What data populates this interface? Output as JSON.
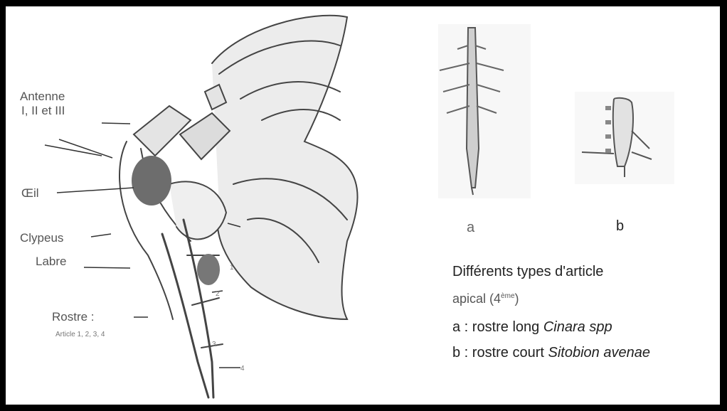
{
  "left_labels": {
    "antenna": "Antenne",
    "antenna_sub": "I, II et III",
    "eye": "Œil",
    "clypeus": "Clypeus",
    "labrum": "Labre",
    "rostrum": "Rostre :",
    "rostrum_sub": "Article 1, 2, 3, 4"
  },
  "segment_numbers": [
    "1",
    "2",
    "3",
    "4"
  ],
  "sub_labels": {
    "a": "a",
    "b": "b"
  },
  "caption": {
    "line1": "Différents types d'article",
    "line2_text": "apical (4",
    "line2_sup": "ème",
    "line2_end": ")",
    "line3_prefix": "a : rostre long ",
    "line3_species": "Cinara spp",
    "line4_prefix": "b : rostre court ",
    "line4_species": "Sitobion avenae"
  }
}
